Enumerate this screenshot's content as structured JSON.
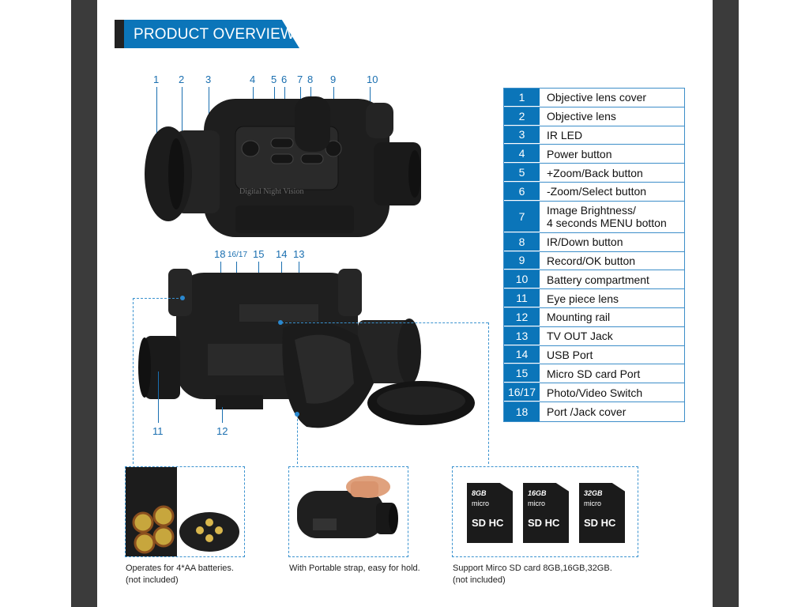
{
  "header": {
    "title": "PRODUCT OVERVIEW"
  },
  "callouts_top": [
    "1",
    "2",
    "3",
    "4",
    "5",
    "6",
    "7",
    "8",
    "9",
    "10"
  ],
  "callouts_side": [
    "18",
    "16/17",
    "15",
    "14",
    "13"
  ],
  "callouts_bottom": [
    "11",
    "12"
  ],
  "device_top": {
    "label": "Digital Night Vision"
  },
  "parts": [
    {
      "num": "1",
      "name": "Objective lens cover"
    },
    {
      "num": "2",
      "name": "Objective lens"
    },
    {
      "num": "3",
      "name": "IR LED"
    },
    {
      "num": "4",
      "name": "Power button"
    },
    {
      "num": "5",
      "name": "+Zoom/Back button"
    },
    {
      "num": "6",
      "name": "-Zoom/Select button"
    },
    {
      "num": "7",
      "name": "Image Brightness/\n4 seconds MENU botton"
    },
    {
      "num": "8",
      "name": "IR/Down button"
    },
    {
      "num": "9",
      "name": "Record/OK button"
    },
    {
      "num": "10",
      "name": "Battery compartment"
    },
    {
      "num": "11",
      "name": "Eye piece lens"
    },
    {
      "num": "12",
      "name": "Mounting rail"
    },
    {
      "num": "13",
      "name": "TV OUT Jack"
    },
    {
      "num": "14",
      "name": "USB Port"
    },
    {
      "num": "15",
      "name": "Micro SD card Port"
    },
    {
      "num": "16/17",
      "name": "Photo/Video Switch"
    },
    {
      "num": "18",
      "name": "Port /Jack cover"
    }
  ],
  "panels": {
    "batteries": {
      "caption_line1": "Operates for  4*AA batteries.",
      "caption_line2": "(not included)"
    },
    "strap": {
      "caption_line1": "With Portable strap, easy for hold."
    },
    "sdcard": {
      "caption_line1": "Support  Mirco SD card 8GB,16GB,32GB.",
      "caption_line2": "(not included)",
      "cards": [
        {
          "capacity": "8GB",
          "micro": "micro",
          "hc": "SD HC"
        },
        {
          "capacity": "16GB",
          "micro": "micro",
          "hc": "SD HC"
        },
        {
          "capacity": "32GB",
          "micro": "micro",
          "hc": "SD HC"
        }
      ]
    }
  },
  "colors": {
    "accent": "#0b75b9",
    "frame": "#3b3b3b",
    "device": "#1d1d1d"
  }
}
